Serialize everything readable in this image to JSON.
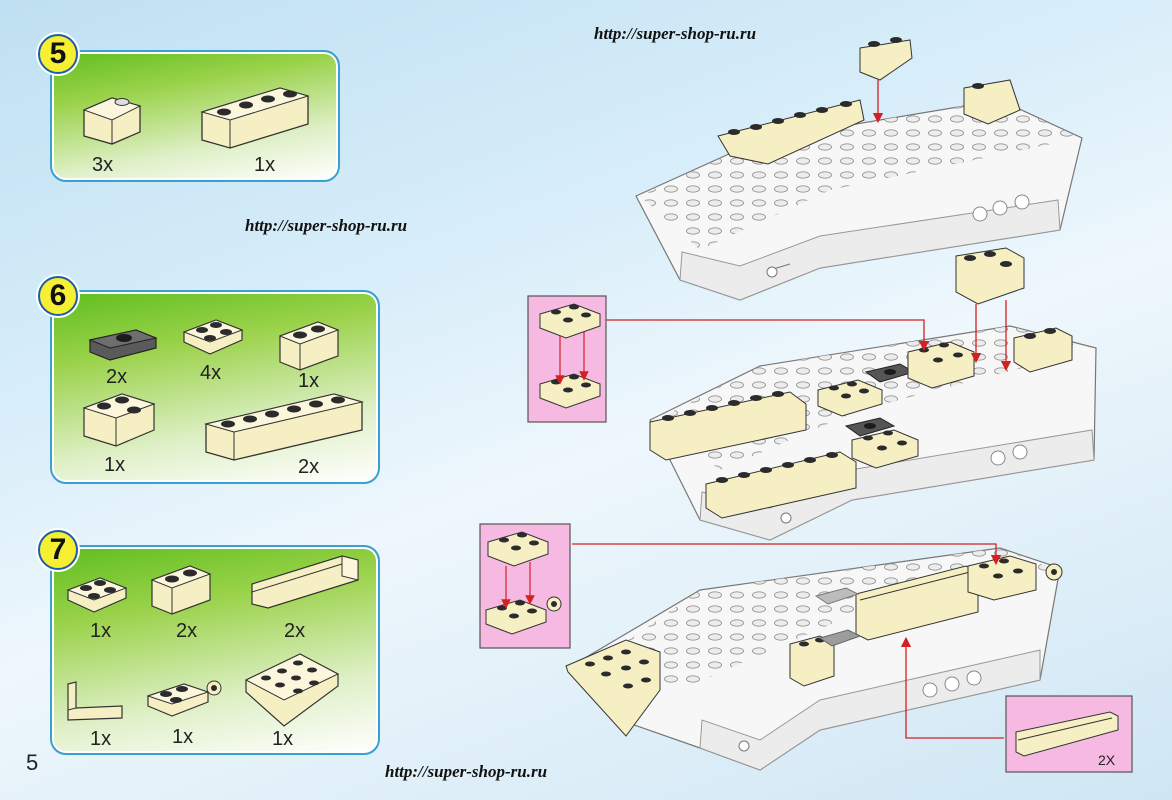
{
  "watermarks": [
    "http://super-shop-ru.ru",
    "http://super-shop-ru.ru",
    "http://super-shop-ru.ru"
  ],
  "page_number": "5",
  "steps": [
    {
      "number": "5",
      "parts": [
        {
          "icon": "slope-brick-icon",
          "qty": "3x"
        },
        {
          "icon": "brick-1x4-icon",
          "qty": "1x"
        }
      ]
    },
    {
      "number": "6",
      "parts": [
        {
          "icon": "dark-jumper-plate-icon",
          "qty": "2x"
        },
        {
          "icon": "plate-2x2-icon",
          "qty": "4x"
        },
        {
          "icon": "brick-1x2-icon",
          "qty": "1x"
        },
        {
          "icon": "corner-brick-icon",
          "qty": "1x"
        },
        {
          "icon": "brick-1x6-icon",
          "qty": "2x"
        }
      ]
    },
    {
      "number": "7",
      "parts": [
        {
          "icon": "plate-2x2-icon",
          "qty": "1x"
        },
        {
          "icon": "brick-1x2-icon",
          "qty": "2x"
        },
        {
          "icon": "long-bracket-icon",
          "qty": "2x"
        },
        {
          "icon": "small-bracket-icon",
          "qty": "1x"
        },
        {
          "icon": "plate-with-clip-icon",
          "qty": "1x"
        },
        {
          "icon": "wedge-plate-icon",
          "qty": "1x"
        }
      ]
    }
  ],
  "callout_quantity": "2X",
  "colors": {
    "brick": "#f6efc4",
    "stud": "#2b2b2b",
    "arrow": "#d42020",
    "frame": "#3aa0d0",
    "number_badge": "#f6ef34",
    "callout": "#f5b9e2"
  }
}
